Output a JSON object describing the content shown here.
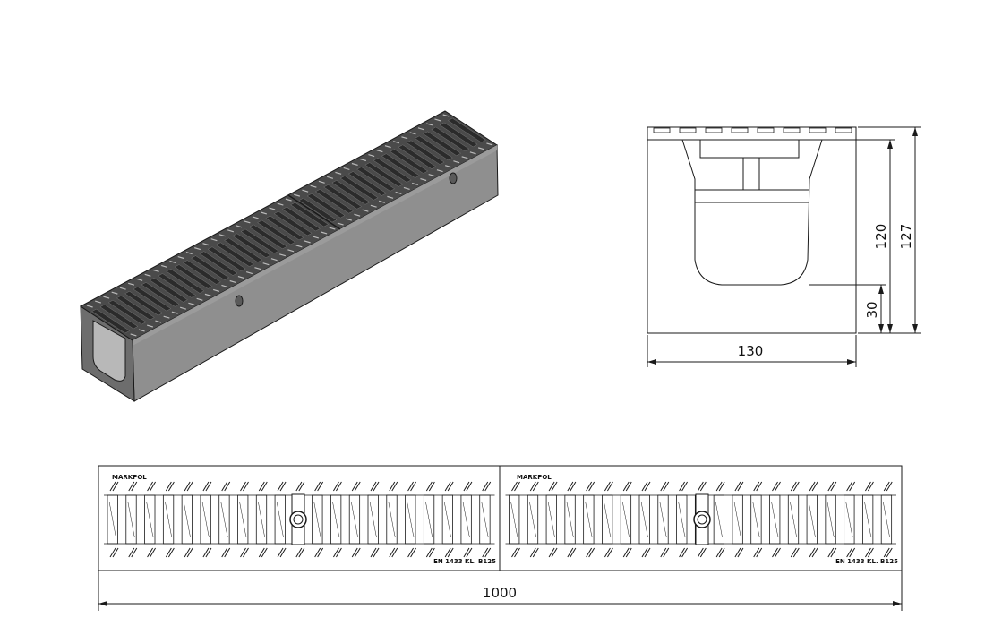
{
  "colors": {
    "line": "#1a1a1a",
    "grate_dark": "#3c3c3c",
    "grate_mid": "#5a5a5a",
    "channel_face": "#8f8f8f",
    "channel_top": "#a9a9a9",
    "channel_end": "#6d6d6d",
    "paper": "#ffffff"
  },
  "section": {
    "width_label": "130",
    "height_label": "127",
    "inner_height_label": "120",
    "floor_label": "30"
  },
  "plan": {
    "length_label": "1000",
    "grate_brand_left": "MARKPOL",
    "grate_brand_right": "MARKPOL",
    "grate_class_left": "EN 1433 KL. B125",
    "grate_class_right": "EN 1433 KL. B125",
    "grates": 2,
    "slots_per_grate": 21
  },
  "icons": {
    "bolt": "bolt-fixing-icon"
  }
}
